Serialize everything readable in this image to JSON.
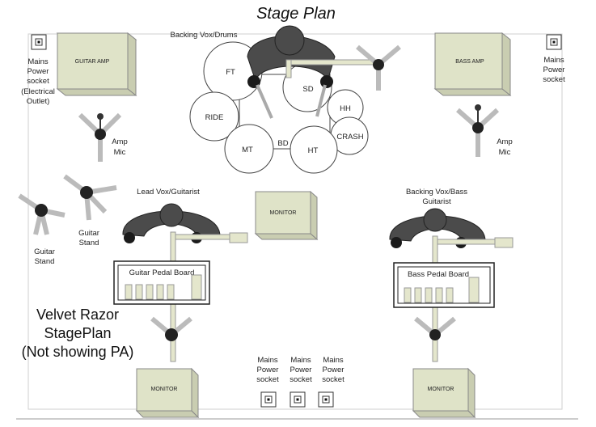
{
  "title": "Stage Plan",
  "labels": {
    "backing_vox_drums": "Backing Vox/Drums",
    "guitar_amp": "GUITAR AMP",
    "bass_amp": "BASS AMP",
    "mains_left_1": "Mains",
    "mains_left_2": "Power",
    "mains_left_3": "socket",
    "mains_left_4": "(Electrical",
    "mains_left_5": "Outlet)",
    "mains_right_1": "Mains",
    "mains_right_2": "Power",
    "mains_right_3": "socket",
    "amp_mic_left_1": "Amp",
    "amp_mic_left_2": "Mic",
    "amp_mic_right_1": "Amp",
    "amp_mic_right_2": "Mic",
    "guitar_stand_a_1": "Guitar",
    "guitar_stand_a_2": "Stand",
    "guitar_stand_b_1": "Guitar",
    "guitar_stand_b_2": "Stand",
    "lead_vox": "Lead Vox/Guitarist",
    "backing_bass_1": "Backing Vox/Bass",
    "backing_bass_2": "Guitarist",
    "monitor_center": "MONITOR",
    "monitor_left": "MONITOR",
    "monitor_right": "MONITOR",
    "guitar_pedal": "Guitar Pedal Board",
    "bass_pedal": "Bass Pedal Board",
    "band_1": "Velvet Razor",
    "band_2": "StagePlan",
    "band_3": "(Not showing PA)",
    "mains_b1_1": "Mains",
    "mains_b1_2": "Power",
    "mains_b1_3": "socket",
    "mains_b2_1": "Mains",
    "mains_b2_2": "Power",
    "mains_b2_3": "socket",
    "mains_b3_1": "Mains",
    "mains_b3_2": "Power",
    "mains_b3_3": "socket"
  },
  "drums": {
    "ft": "FT",
    "sd": "SD",
    "ride": "RIDE",
    "hh": "HH",
    "crash": "CRASH",
    "mt": "MT",
    "bd": "BD",
    "ht": "HT"
  },
  "colors": {
    "equipment": "#dfe3c8",
    "person": "#4b4b4b",
    "outline": "#444444"
  }
}
